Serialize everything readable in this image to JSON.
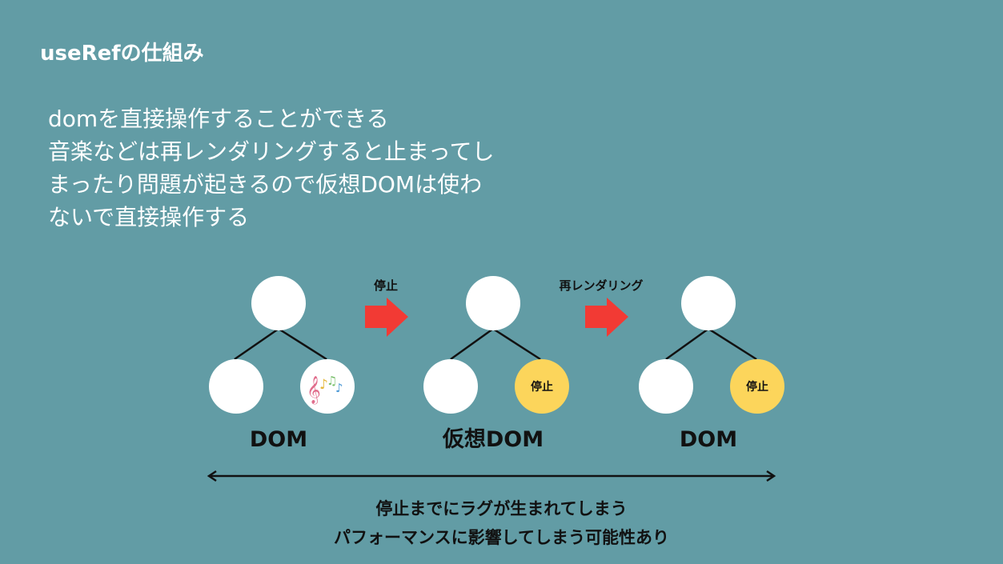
{
  "title": "useRefの仕組み",
  "description": [
    "domを直接操作することができる",
    "音楽などは再レンダリングすると止まってし",
    "まったり問題が起きるので仮想DOMは使わ",
    "ないで直接操作する"
  ],
  "diagram": {
    "trees": [
      {
        "label": "DOM",
        "right_child_content": "music-notes-icon",
        "right_child_label": ""
      },
      {
        "label": "仮想DOM",
        "right_child_content": "text",
        "right_child_label": "停止"
      },
      {
        "label": "DOM",
        "right_child_content": "text",
        "right_child_label": "停止"
      }
    ],
    "arrows": [
      {
        "label": "停止"
      },
      {
        "label": "再レンダリング"
      }
    ]
  },
  "footer": {
    "line1": "停止までにラグが生まれてしまう",
    "line2": "パフォーマンスに影響してしまう可能性あり"
  },
  "colors": {
    "background": "#629ca5",
    "node": "#ffffff",
    "stopped_node": "#fcd55b",
    "arrow": "#f23a34"
  }
}
